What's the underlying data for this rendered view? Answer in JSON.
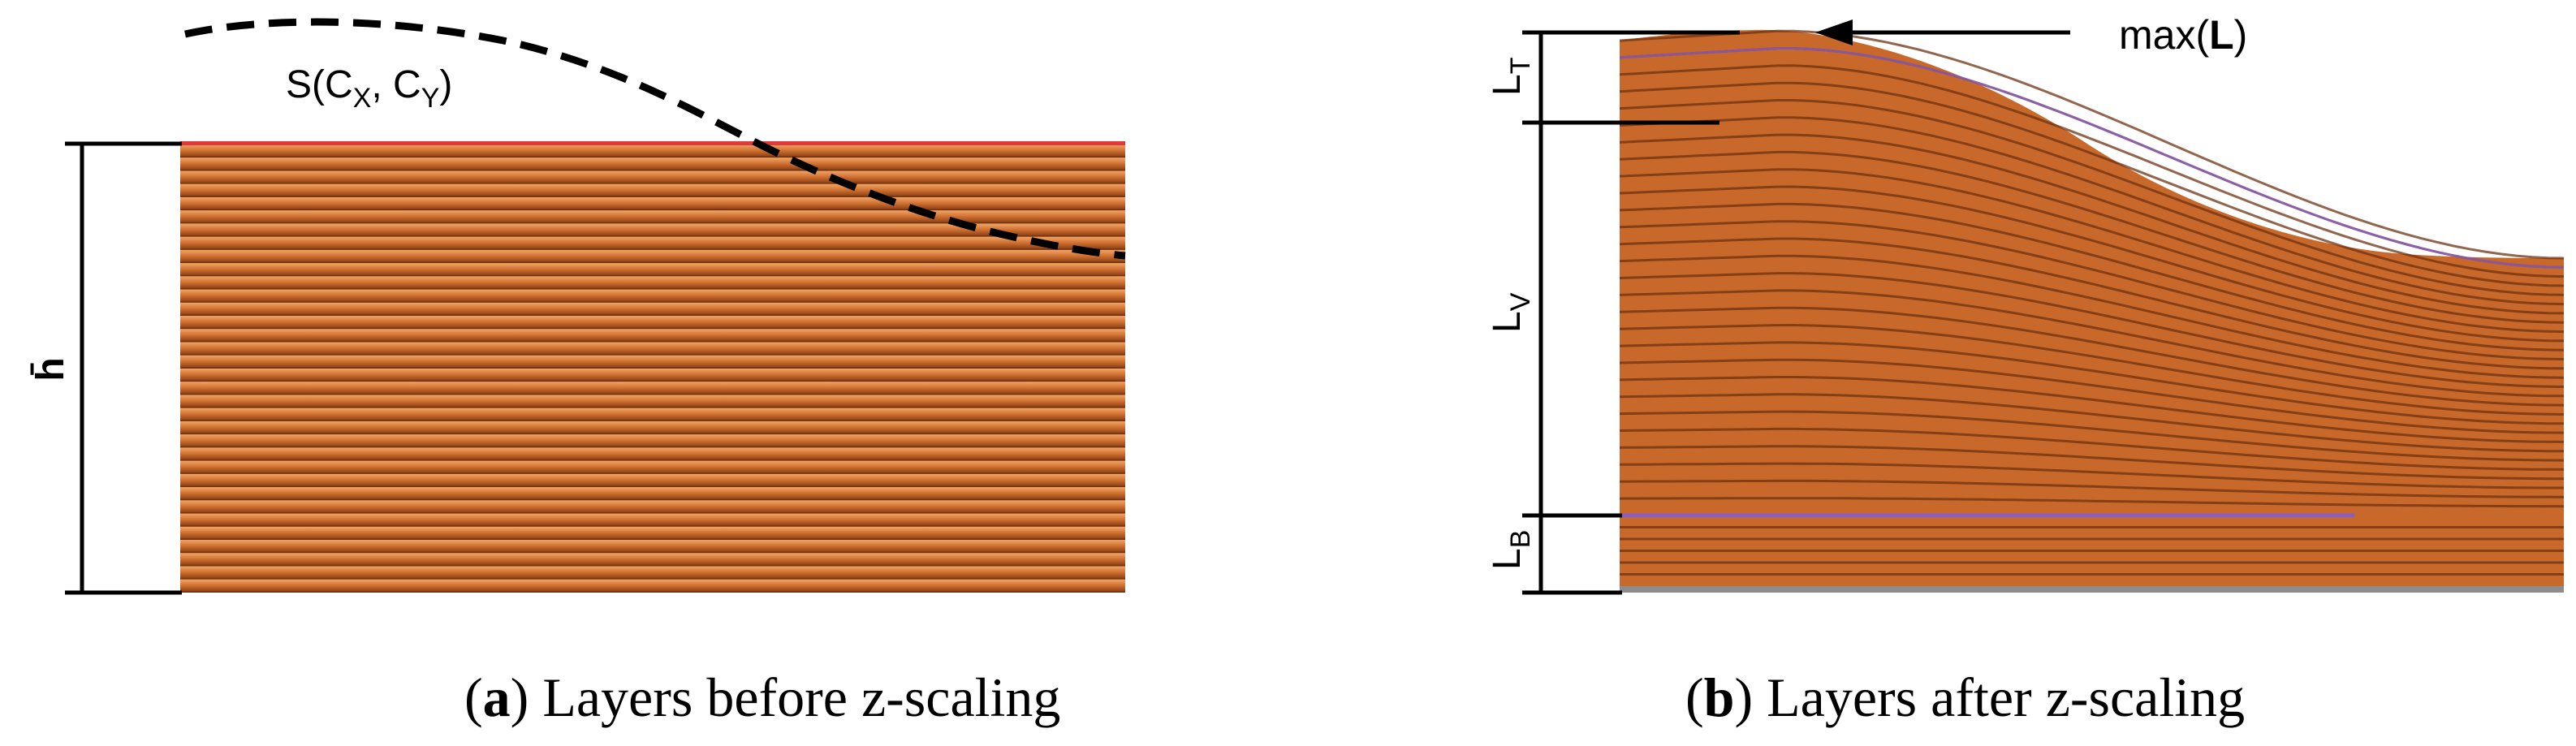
{
  "panel_a": {
    "caption_letter": "a",
    "caption_text": "Layers before z-scaling",
    "surface_label": "S(C",
    "surface_sub_x": "X",
    "surface_comma": ", C",
    "surface_sub_y": "Y",
    "surface_close": ")",
    "height_label": "h̄",
    "layer_count": 34
  },
  "panel_b": {
    "caption_letter": "b",
    "caption_text": "Layers after z-scaling",
    "max_label_prefix": "max(",
    "max_label_bold": "L",
    "max_label_suffix": ")",
    "label_top": "L",
    "label_top_sub": "T",
    "label_v": "L",
    "label_v_sub": "V",
    "label_b": "L",
    "label_b_sub": "B",
    "layer_count": 34
  },
  "colors": {
    "layer_light": "#e08a45",
    "layer_mid": "#c8682a",
    "layer_dark": "#6e3112",
    "highlight_red": "#e0393b",
    "highlight_purple": "#8a5fc0",
    "ink": "#000000"
  }
}
